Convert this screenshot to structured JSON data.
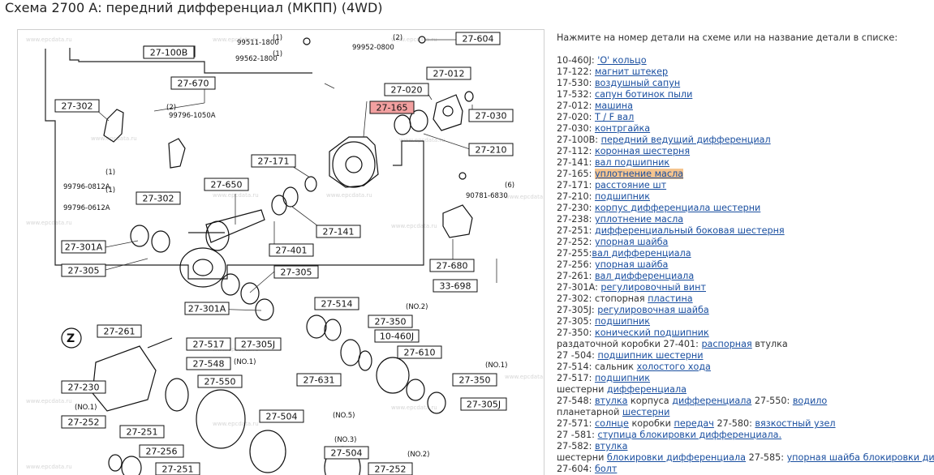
{
  "page": {
    "title": "Схема 2700 А: передний дифференциал (МКПП) (4WD)"
  },
  "diagram": {
    "watermark": "www.epcdata.ru",
    "boxed_labels": [
      "27-100B",
      "27-670",
      "27-302",
      "27-302",
      "27-604",
      "27-012",
      "27-020",
      "27-165",
      "27-030",
      "27-210",
      "27-171",
      "27-650",
      "27-301A",
      "27-305",
      "27-401",
      "27-141",
      "27-305",
      "27-301A",
      "27-680",
      "33-698",
      "27-514",
      "27-350",
      "27-261",
      "27-517",
      "27-305J",
      "10-460J",
      "27-610",
      "27-548",
      "27-230",
      "27-550",
      "27-631",
      "27-350",
      "27-252",
      "27-251",
      "27-504",
      "27-305J",
      "27-256",
      "27-251",
      "27-504",
      "27-252"
    ],
    "plain_labels": [
      "99511-1800",
      "99562-1800",
      "(1)",
      "(1)",
      "99952-0800",
      "(2)",
      "(2)",
      "99796-1050A",
      "(1)",
      "99796-0812A",
      "(1)",
      "99796-0612A",
      "90781-6830",
      "(6)",
      "(NO.2)",
      "(NO.1)",
      "(NO.1)",
      "(NO.1)",
      "(NO.5)",
      "(NO.3)",
      "(NO.2)"
    ],
    "z_marker": "Z"
  },
  "parts_list": {
    "instruction": "Нажмите на номер детали на схеме или на название детали в списке:",
    "rows": [
      [
        {
          "t": "10-460J: "
        },
        {
          "t": "'O' кольцо",
          "link": true
        }
      ],
      [
        {
          "t": "17-122: "
        },
        {
          "t": "магнит штекер",
          "link": true
        }
      ],
      [
        {
          "t": "17-530: "
        },
        {
          "t": "воздушный сапун",
          "link": true
        }
      ],
      [
        {
          "t": "17-532: "
        },
        {
          "t": "сапун ботинок пыли",
          "link": true
        }
      ],
      [
        {
          "t": "27-012: "
        },
        {
          "t": "машина",
          "link": true
        }
      ],
      [
        {
          "t": "27-020: "
        },
        {
          "t": "T / F вал",
          "link": true
        }
      ],
      [
        {
          "t": "27-030: "
        },
        {
          "t": "контргайка",
          "link": true
        }
      ],
      [
        {
          "t": "27-100B: "
        },
        {
          "t": "передний ведущий дифференциал",
          "link": true
        }
      ],
      [
        {
          "t": "27-112: "
        },
        {
          "t": "коронная шестерня",
          "link": true
        }
      ],
      [
        {
          "t": "27-141: "
        },
        {
          "t": "вал подшипник",
          "link": true
        }
      ],
      [
        {
          "t": "27-165: "
        },
        {
          "t": "уплотнение масла",
          "link": true,
          "hl": true
        }
      ],
      [
        {
          "t": "27-171: "
        },
        {
          "t": "расстояние шт",
          "link": true
        }
      ],
      [
        {
          "t": "27-210: "
        },
        {
          "t": "подшипник",
          "link": true
        }
      ],
      [
        {
          "t": "27-230: "
        },
        {
          "t": "корпус дифференциала шестерни",
          "link": true
        }
      ],
      [
        {
          "t": "27-238: "
        },
        {
          "t": "уплотнение масла",
          "link": true
        }
      ],
      [
        {
          "t": "27-251: "
        },
        {
          "t": "дифференциальный боковая шестерня",
          "link": true
        }
      ],
      [
        {
          "t": "27-252: "
        },
        {
          "t": "упорная шайба",
          "link": true
        }
      ],
      [
        {
          "t": "27-255:"
        },
        {
          "t": "вал дифференциала",
          "link": true
        }
      ],
      [
        {
          "t": "27-256: "
        },
        {
          "t": "упорная шайба",
          "link": true
        }
      ],
      [
        {
          "t": "27-261: "
        },
        {
          "t": "вал дифференциала",
          "link": true
        }
      ],
      [
        {
          "t": "27-301A: "
        },
        {
          "t": "регулировочный винт",
          "link": true
        }
      ],
      [
        {
          "t": "27-302: стопорная "
        },
        {
          "t": "пластина",
          "link": true
        }
      ],
      [
        {
          "t": "27-305J: "
        },
        {
          "t": "регулировочная шайба",
          "link": true
        }
      ],
      [
        {
          "t": "27-305: "
        },
        {
          "t": "подшипник",
          "link": true
        }
      ],
      [
        {
          "t": "27-350: "
        },
        {
          "t": "конический подшипник",
          "link": true
        }
      ],
      [
        {
          "t": "раздаточной коробки 27-401: "
        },
        {
          "t": "распорная",
          "link": true
        },
        {
          "t": " втулка"
        }
      ],
      [
        {
          "t": "27 -504: "
        },
        {
          "t": "подшипник шестерни",
          "link": true
        }
      ],
      [
        {
          "t": "27-514: сальник "
        },
        {
          "t": "холостого хода",
          "link": true
        }
      ],
      [
        {
          "t": "27-517: "
        },
        {
          "t": "подшипник",
          "link": true
        }
      ],
      [
        {
          "t": "шестерни "
        },
        {
          "t": "дифференциала",
          "link": true
        }
      ],
      [
        {
          "t": "27-548: "
        },
        {
          "t": "втулка",
          "link": true
        },
        {
          "t": " корпуса "
        },
        {
          "t": "дифференциала",
          "link": true
        },
        {
          "t": " 27-550: "
        },
        {
          "t": "водило",
          "link": true
        }
      ],
      [
        {
          "t": "планетарной "
        },
        {
          "t": "шестерни",
          "link": true
        }
      ],
      [
        {
          "t": "27-571: "
        },
        {
          "t": "солнце",
          "link": true
        },
        {
          "t": " коробки "
        },
        {
          "t": "передач",
          "link": true
        },
        {
          "t": " 27-580: "
        },
        {
          "t": "вязкостный узел",
          "link": true
        }
      ],
      [
        {
          "t": "27 -581: "
        },
        {
          "t": "ступица блокировки дифференциала.",
          "link": true
        }
      ],
      [
        {
          "t": "27-582: "
        },
        {
          "t": "втулка",
          "link": true
        }
      ],
      [
        {
          "t": "шестерни "
        },
        {
          "t": "блокировки дифференциала",
          "link": true
        },
        {
          "t": " 27-585: "
        },
        {
          "t": "упорная шайба блокировки дифференциала",
          "link": true
        }
      ],
      [
        {
          "t": "27-604: "
        },
        {
          "t": "болт",
          "link": true
        }
      ]
    ]
  }
}
